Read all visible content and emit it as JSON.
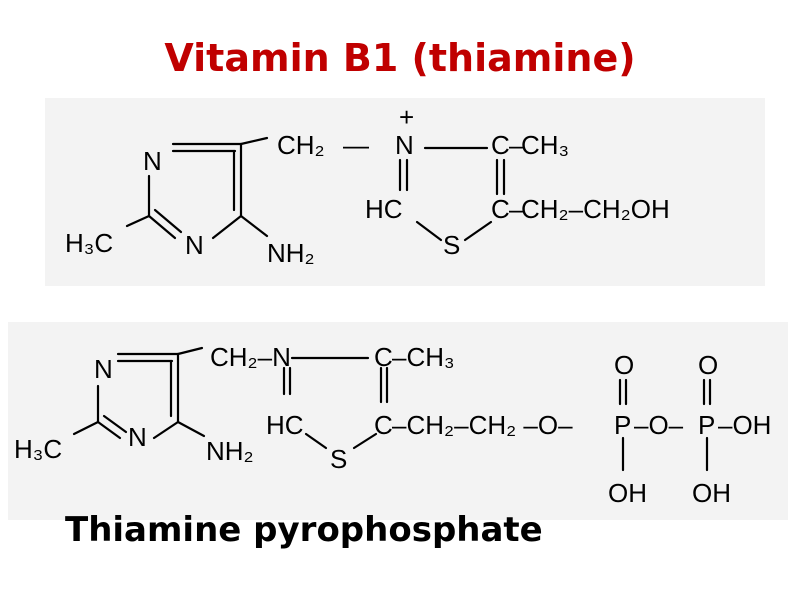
{
  "title": "Vitamin B1 (thiamine)",
  "caption": "Thiamine pyrophosphate",
  "colors": {
    "title": "#c00000",
    "panel": "#f3f3f3",
    "text": "#000000"
  },
  "thiamine": {
    "ring_n1": "N",
    "ring_n3": "N",
    "methyl": "H₃C",
    "amino": "NH₂",
    "bridge": "CH₂",
    "charge": "+",
    "thiazole_n": "N",
    "thiazole_hc": "HC",
    "thiazole_s": "S",
    "c4": "C",
    "c4_methyl": "CH₃",
    "c5": "C",
    "sidechain": "CH₂–CH₂OH",
    "dash1": "–",
    "dash2": "–",
    "bridge_bond": "—"
  },
  "tpp": {
    "ring_n1": "N",
    "ring_n3": "N",
    "methyl": "H₃C",
    "amino": "NH₂",
    "bridge": "CH₂–N",
    "thiazole_hc": "HC",
    "thiazole_s": "S",
    "c4": "C",
    "c4_methyl": "–CH₃",
    "c5": "C",
    "sidechain": "–CH₂–CH₂ –O–",
    "p1": "P",
    "p2": "P",
    "o_link": "–O–",
    "oh_end": "–OH",
    "o_top1": "O",
    "o_top2": "O",
    "oh1": "OH",
    "oh2": "OH"
  }
}
